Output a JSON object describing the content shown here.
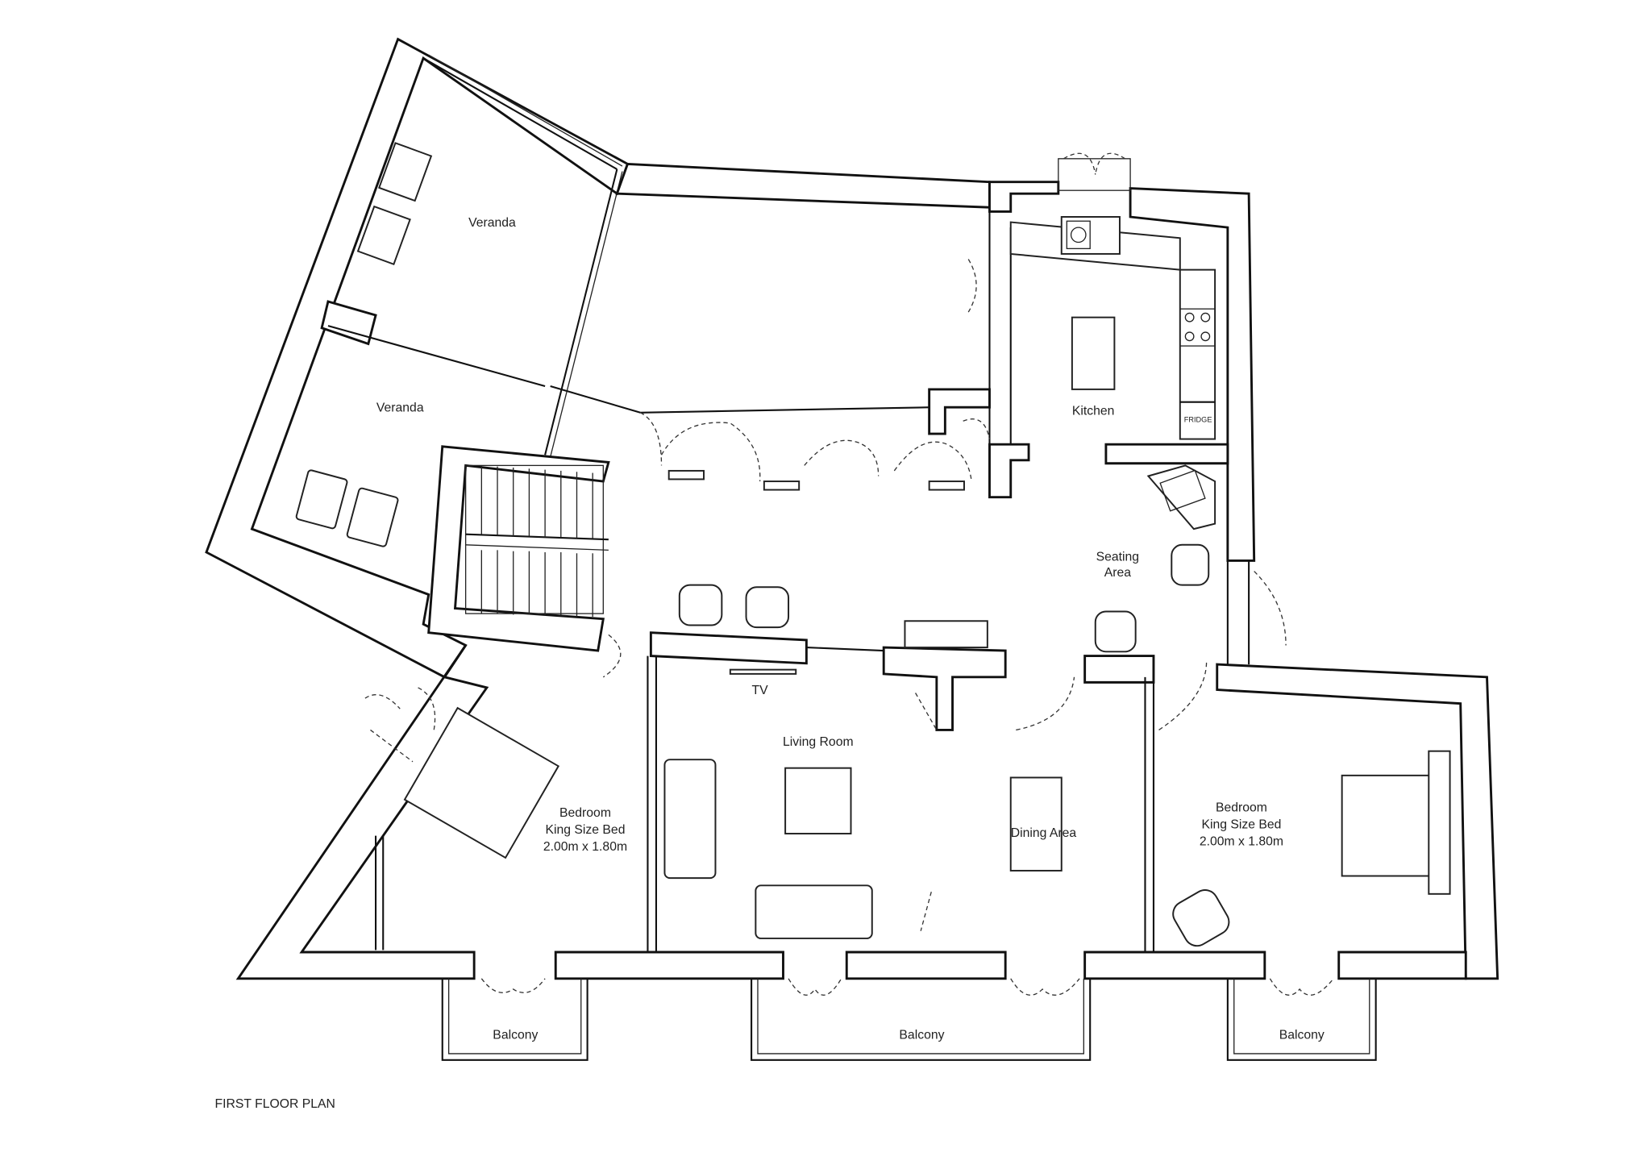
{
  "plan_title": "FIRST FLOOR PLAN",
  "rooms": {
    "veranda_upper": "Veranda",
    "veranda_lower": "Veranda",
    "kitchen": "Kitchen",
    "fridge": "FRIDGE",
    "seating_line1": "Seating",
    "seating_line2": "Area",
    "tv": "TV",
    "living_room": "Living Room",
    "dining_area": "Dining Area",
    "bedroom_left": {
      "line1": "Bedroom",
      "line2": "King Size Bed",
      "line3": "2.00m x 1.80m"
    },
    "bedroom_right": {
      "line1": "Bedroom",
      "line2": "King Size Bed",
      "line3": "2.00m x 1.80m"
    },
    "balcony_left": "Balcony",
    "balcony_middle": "Balcony",
    "balcony_right": "Balcony"
  }
}
